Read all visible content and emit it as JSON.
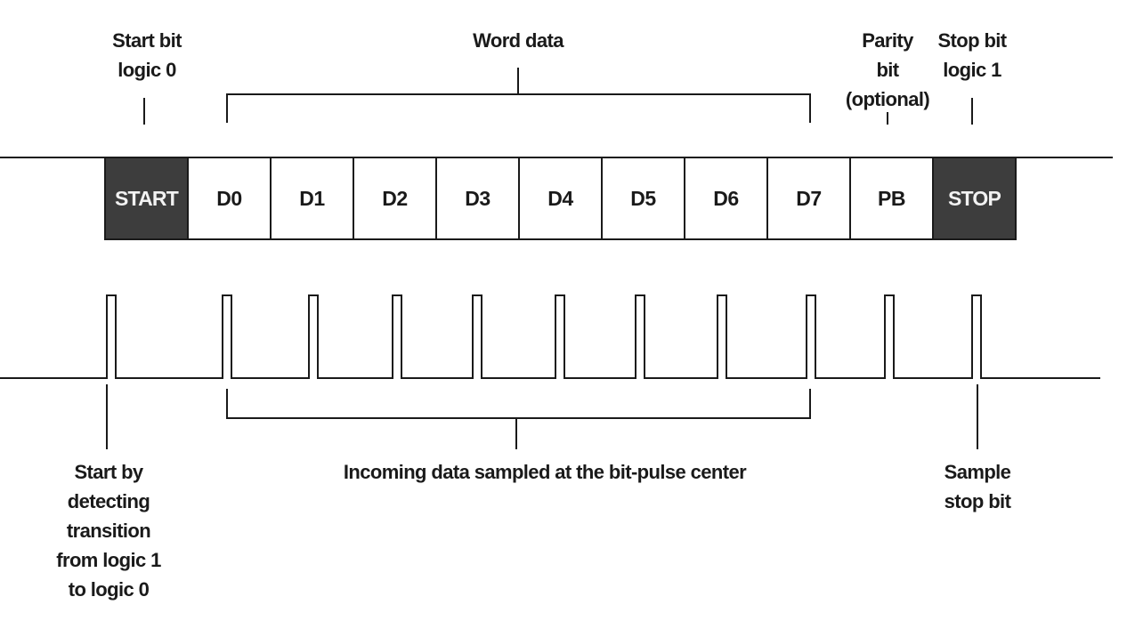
{
  "frame": {
    "start_bit_label": [
      "Start bit",
      "logic 0"
    ],
    "word_data_label": "Word data",
    "parity_label": [
      "Parity",
      "bit",
      "(optional)"
    ],
    "stop_bit_label": [
      "Stop bit",
      "logic 1"
    ],
    "cells": [
      {
        "id": "start",
        "text": "START",
        "dark": true
      },
      {
        "id": "d0",
        "text": "D0",
        "dark": false
      },
      {
        "id": "d1",
        "text": "D1",
        "dark": false
      },
      {
        "id": "d2",
        "text": "D2",
        "dark": false
      },
      {
        "id": "d3",
        "text": "D3",
        "dark": false
      },
      {
        "id": "d4",
        "text": "D4",
        "dark": false
      },
      {
        "id": "d5",
        "text": "D5",
        "dark": false
      },
      {
        "id": "d6",
        "text": "D6",
        "dark": false
      },
      {
        "id": "d7",
        "text": "D7",
        "dark": false
      },
      {
        "id": "pb",
        "text": "PB",
        "dark": false
      },
      {
        "id": "stop",
        "text": "STOP",
        "dark": true
      }
    ]
  },
  "sampling": {
    "start_detect_label": [
      "Start by",
      "detecting",
      "transition",
      "from logic 1",
      "to logic 0"
    ],
    "sampled_label": "Incoming data sampled at the bit-pulse center",
    "sample_stop_label": [
      "Sample",
      "stop bit"
    ]
  },
  "colors": {
    "dark_cell": "#3d3d3d",
    "light_cell": "#ffffff",
    "ink": "#1a1a1a"
  }
}
